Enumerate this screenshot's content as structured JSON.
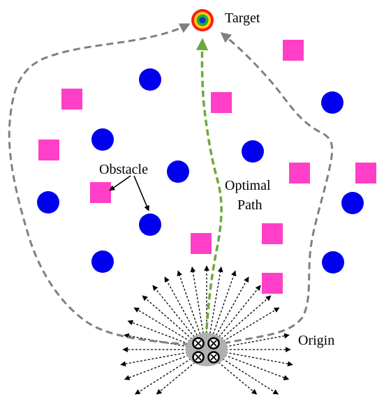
{
  "labels": {
    "target": "Target",
    "obstacle": "Obstacle",
    "optimal_line1": "Optimal",
    "optimal_line2": "Path",
    "origin": "Origin"
  },
  "colors": {
    "obstacle_circle": "#0000ee",
    "obstacle_square": "#ff3fc8",
    "alt_path": "#808080",
    "optimal_path": "#6aaa3a",
    "target_outer": "#ff1a1a",
    "target_mid": "#ffd400",
    "target_inner": "#22aa44",
    "target_core": "#1133cc",
    "robot_body": "#b0b0b0",
    "ray": "#000000"
  },
  "icons": {
    "target": "target-bullseye-icon",
    "robot": "quadcopter-drone-icon"
  }
}
